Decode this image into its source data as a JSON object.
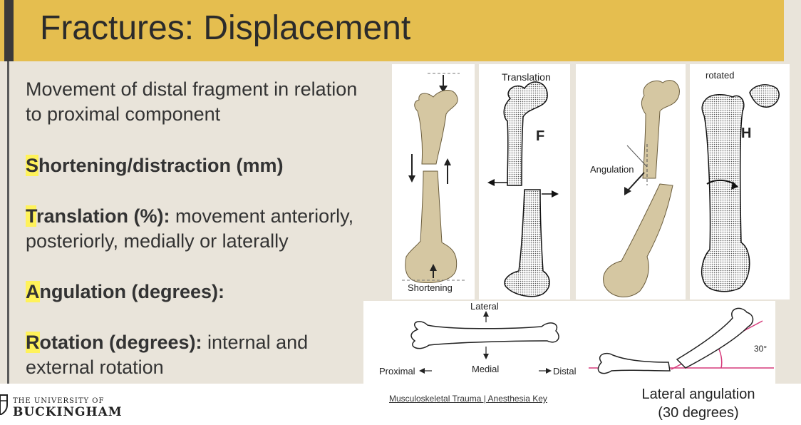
{
  "slide": {
    "title": "Fractures: Displacement",
    "intro": {
      "line1": "Movement of distal fragment in relation",
      "line2": "to proximal component"
    },
    "items": [
      {
        "initial": "S",
        "bold_rest": "hortening/distraction (mm)",
        "rest_line1": "",
        "rest_line2": ""
      },
      {
        "initial": "T",
        "bold_rest": "ranslation (%):",
        "rest_line1": " movement anteriorly,",
        "rest_line2": "posteriorly, medially or laterally"
      },
      {
        "initial": "A",
        "bold_rest": "ngulation (degrees):",
        "rest_line1": "",
        "rest_line2": ""
      },
      {
        "initial": "R",
        "bold_rest": "otation (degrees):",
        "rest_line1": " internal and",
        "rest_line2": "external rotation"
      }
    ],
    "accent_color": "#e5be4f",
    "highlight_color": "#fff25a"
  },
  "figures": {
    "shortening_label": "Shortening",
    "translation_label": "Translation",
    "translation_letter": "F",
    "angulation_label": "Angulation",
    "rotated_label": "rotated",
    "rotated_letter": "H",
    "lateral_label": "Lateral",
    "medial_label": "Medial",
    "proximal_label": "Proximal",
    "distal_label": "Distal",
    "angle_label": "30°",
    "caption_line1": "Lateral angulation",
    "caption_line2": "(30 degrees)"
  },
  "footer": {
    "university_top": "THE UNIVERSITY OF",
    "university_name": "BUCKINGHAM",
    "source_link": "Musculoskeletal Trauma | Anesthesia Key"
  }
}
